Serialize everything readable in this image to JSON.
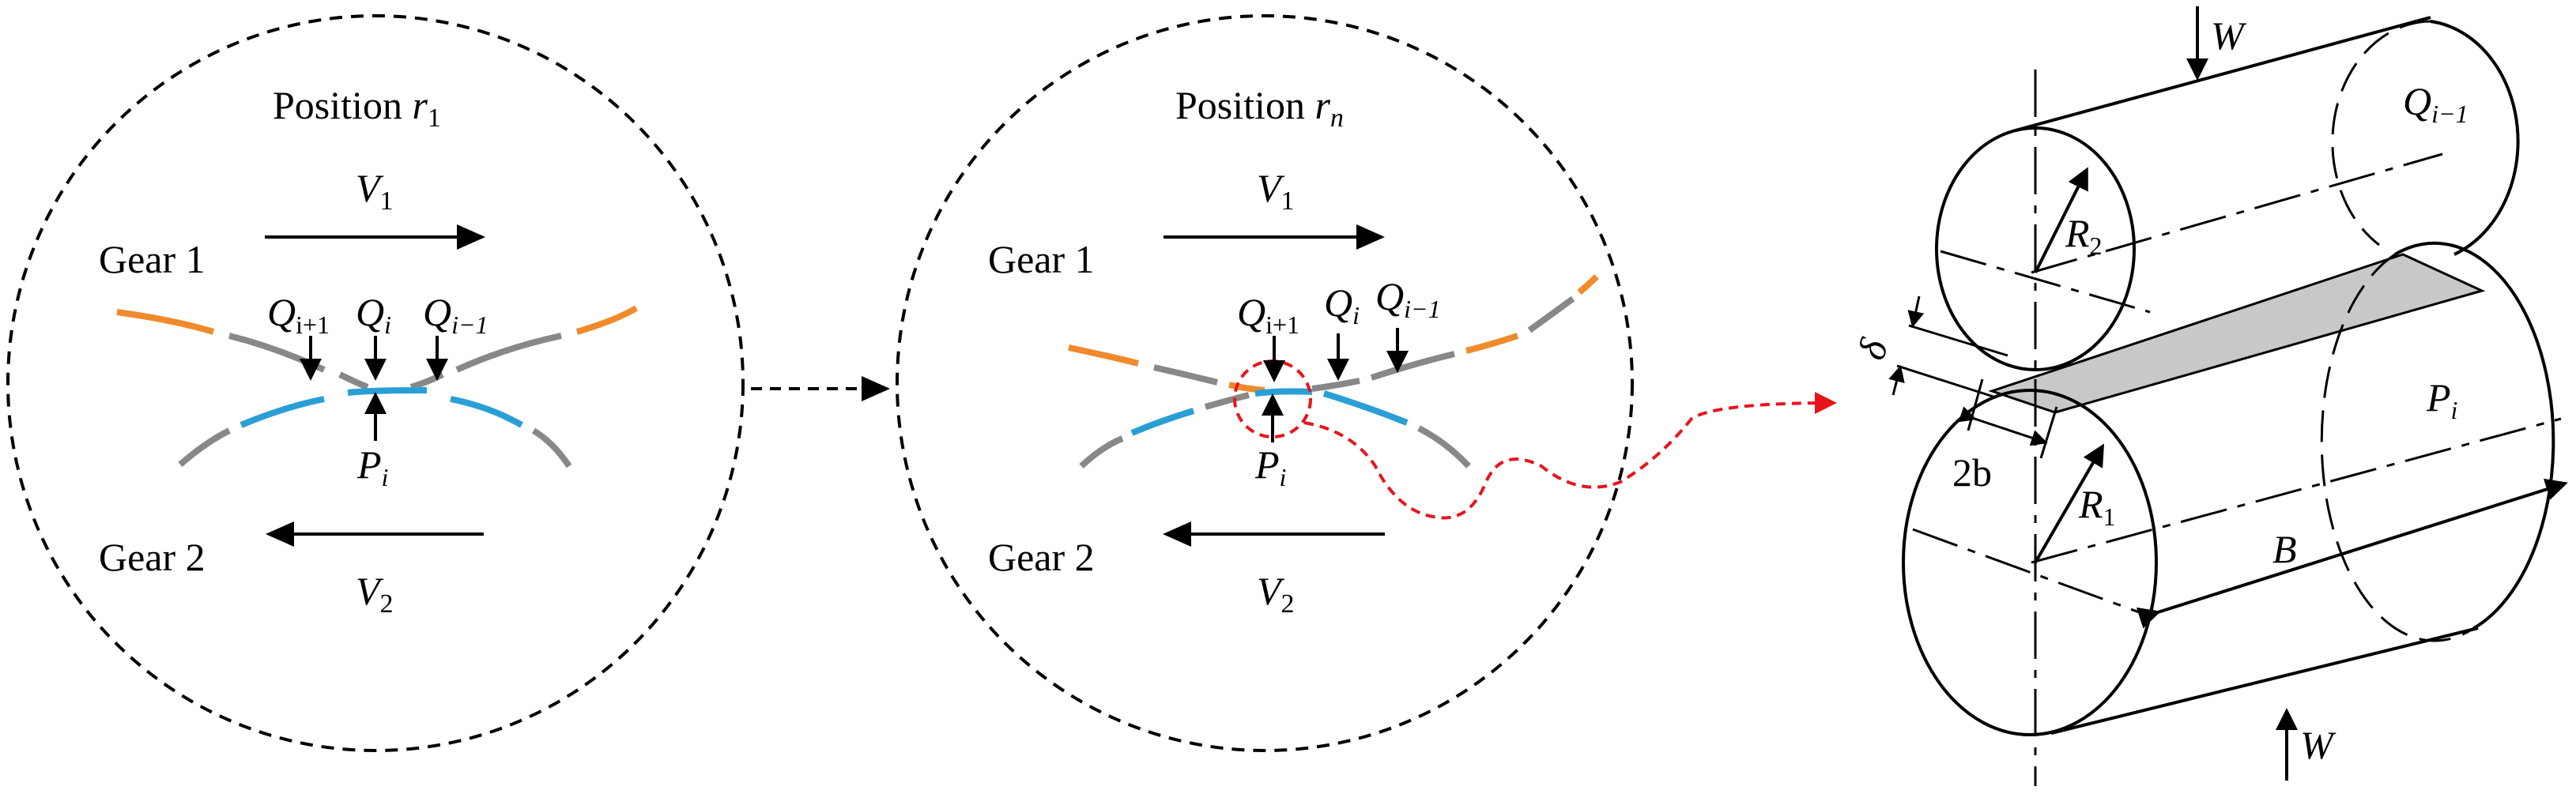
{
  "colors": {
    "orange": "#f08a2c",
    "gray": "#888888",
    "blue": "#2a9fd6",
    "red_dashed": "#e8141c",
    "contact_fill": "#c8c8c8",
    "black": "#000000"
  },
  "left_panel": {
    "title_text": "Position ",
    "title_var": "r",
    "title_sub": "1",
    "v1_var": "V",
    "v1_sub": "1",
    "v2_var": "V",
    "v2_sub": "2",
    "gear1": "Gear 1",
    "gear2": "Gear 2",
    "q_plus_var": "Q",
    "q_plus_sub": "i+1",
    "q_i_var": "Q",
    "q_i_sub": "i",
    "q_minus_var": "Q",
    "q_minus_sub": "i−1",
    "p_var": "P",
    "p_sub": "i"
  },
  "middle_panel": {
    "title_text": "Position ",
    "title_var": "r",
    "title_sub": "n",
    "v1_var": "V",
    "v1_sub": "1",
    "v2_var": "V",
    "v2_sub": "2",
    "gear1": "Gear 1",
    "gear2": "Gear 2",
    "q_plus_var": "Q",
    "q_plus_sub": "i+1",
    "q_i_var": "Q",
    "q_i_sub": "i",
    "q_minus_var": "Q",
    "q_minus_sub": "i−1",
    "p_var": "P",
    "p_sub": "i"
  },
  "cylinder_panel": {
    "w_top": "W",
    "w_bottom": "W",
    "q_var": "Q",
    "q_sub": "i−1",
    "r2_var": "R",
    "r2_sub": "2",
    "r1_var": "R",
    "r1_sub": "1",
    "delta": "δ",
    "two_b": "2b",
    "p_var": "P",
    "p_sub": "i",
    "b_label": "B"
  }
}
